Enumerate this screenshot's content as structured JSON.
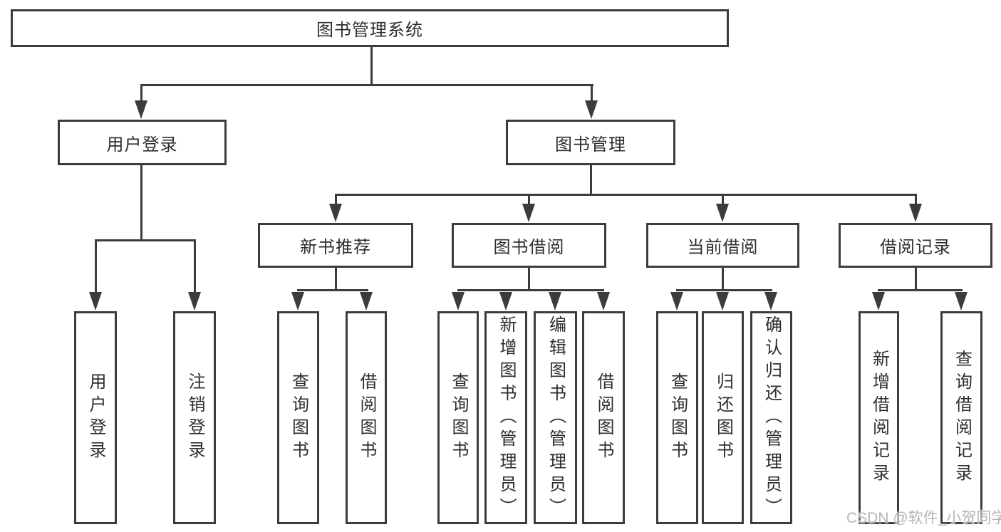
{
  "title": "图书管理系统",
  "tree": {
    "root": {
      "label": "图书管理系统"
    },
    "user_login": {
      "label": "用户登录",
      "children": [
        {
          "label": "用户登录"
        },
        {
          "label": "注销登录"
        }
      ]
    },
    "book_mgmt": {
      "label": "图书管理",
      "new_book_rec": {
        "label": "新书推荐",
        "children": [
          {
            "label": "查询图书"
          },
          {
            "label": "借阅图书"
          }
        ]
      },
      "book_borrow": {
        "label": "图书借阅",
        "children": [
          {
            "label": "查询图书"
          },
          {
            "label": "新增图书（管理员）"
          },
          {
            "label": "编辑图书（管理员）"
          },
          {
            "label": "借阅图书"
          }
        ]
      },
      "current_borrow": {
        "label": "当前借阅",
        "children": [
          {
            "label": "查询图书"
          },
          {
            "label": "归还图书"
          },
          {
            "label": "确认归还（管理员）"
          }
        ]
      },
      "borrow_records": {
        "label": "借阅记录",
        "children": [
          {
            "label": "新增借阅记录"
          },
          {
            "label": "查询借阅记录"
          }
        ]
      }
    }
  },
  "watermark": {
    "text": "CSDN @软件_小贺同学",
    "color": "#b5b5b5"
  },
  "colors": {
    "line": "#3c3c3c",
    "background": "#ffffff",
    "text": "#2e2e2e"
  }
}
